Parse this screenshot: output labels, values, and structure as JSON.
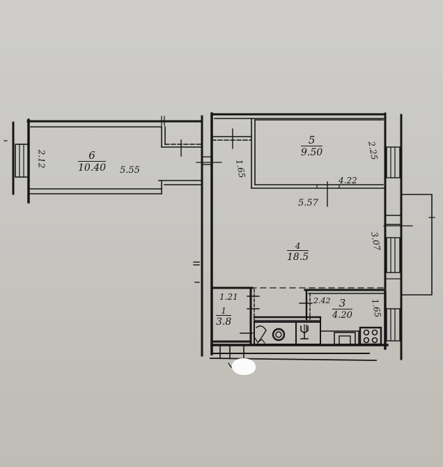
{
  "document": {
    "type": "apartment floor plan",
    "background_color": "#c9c7c2",
    "ink_color": "#161616"
  },
  "rooms": [
    {
      "id": "room-6",
      "number": "6",
      "area": "10.40",
      "dims": [
        "2.12",
        "5.55"
      ]
    },
    {
      "id": "room-5",
      "number": "5",
      "area": "9.50",
      "dims": [
        "2.25",
        "4.22"
      ]
    },
    {
      "id": "room-4",
      "number": "4",
      "area": "18.5",
      "dims": [
        "5.57",
        "3.07"
      ]
    },
    {
      "id": "room-3",
      "number": "3",
      "area": "4.20",
      "dims": [
        "2.42",
        "1.65"
      ]
    },
    {
      "id": "room-1",
      "number": "1",
      "area": "3.8",
      "dims": [
        "1.21"
      ]
    }
  ],
  "dimensions": {
    "corridor_width": "1.65",
    "room6_width": "2.12",
    "room6_length": "5.55",
    "room5_width": "2.25",
    "room5_length": "4.22",
    "room4_length": "5.57",
    "room4_width": "3.07",
    "room3_width": "2.42",
    "room3_length": "1.65",
    "room1_width": "1.21"
  },
  "fixtures": [
    {
      "name": "toilet-icon",
      "room": "1"
    },
    {
      "name": "bathtub-icon",
      "room": "1"
    },
    {
      "name": "sink-icon",
      "room": "3"
    },
    {
      "name": "cabinet-icon",
      "room": "3"
    },
    {
      "name": "stove-icon",
      "room": "3"
    }
  ],
  "redaction": {
    "present": true,
    "color": "#fbfbfb"
  }
}
